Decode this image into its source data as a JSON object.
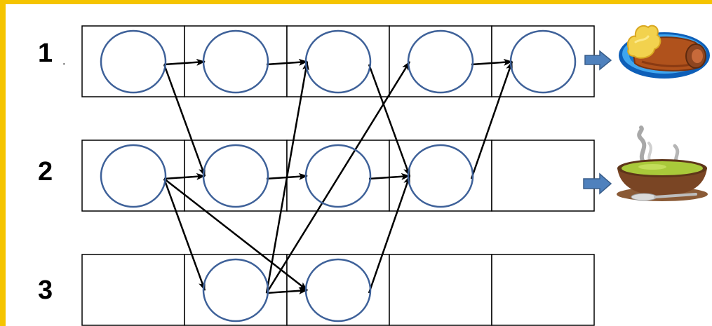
{
  "colors": {
    "border": "#F5C400",
    "node_stroke": "#3E6199",
    "edge": "#000000",
    "grid_line": "#000000",
    "block_arrow_fill": "#4F81BD",
    "block_arrow_stroke": "#385D8A"
  },
  "rows": [
    {
      "label": "1",
      "mark": ".",
      "nodes": [
        true,
        true,
        true,
        true,
        true
      ],
      "output_icon": "plate-of-food-icon"
    },
    {
      "label": "2",
      "nodes": [
        true,
        true,
        true,
        true,
        false
      ],
      "output_icon": "soup-bowl-icon"
    },
    {
      "label": "3",
      "nodes": [
        false,
        true,
        true,
        false,
        false
      ]
    }
  ],
  "edges": [
    {
      "from": [
        1,
        1
      ],
      "to": [
        1,
        2
      ]
    },
    {
      "from": [
        1,
        1
      ],
      "to": [
        2,
        2
      ]
    },
    {
      "from": [
        1,
        2
      ],
      "to": [
        1,
        3
      ]
    },
    {
      "from": [
        1,
        3
      ],
      "to": [
        2,
        4
      ]
    },
    {
      "from": [
        1,
        4
      ],
      "to": [
        1,
        5
      ]
    },
    {
      "from": [
        2,
        1
      ],
      "to": [
        2,
        2
      ]
    },
    {
      "from": [
        2,
        1
      ],
      "to": [
        3,
        2
      ]
    },
    {
      "from": [
        2,
        1
      ],
      "to": [
        3,
        3
      ]
    },
    {
      "from": [
        2,
        2
      ],
      "to": [
        2,
        3
      ]
    },
    {
      "from": [
        2,
        3
      ],
      "to": [
        2,
        4
      ]
    },
    {
      "from": [
        2,
        4
      ],
      "to": [
        1,
        5
      ]
    },
    {
      "from": [
        3,
        2
      ],
      "to": [
        3,
        3
      ]
    },
    {
      "from": [
        3,
        2
      ],
      "to": [
        1,
        3
      ]
    },
    {
      "from": [
        3,
        2
      ],
      "to": [
        1,
        4
      ]
    },
    {
      "from": [
        3,
        3
      ],
      "to": [
        2,
        4
      ]
    }
  ]
}
